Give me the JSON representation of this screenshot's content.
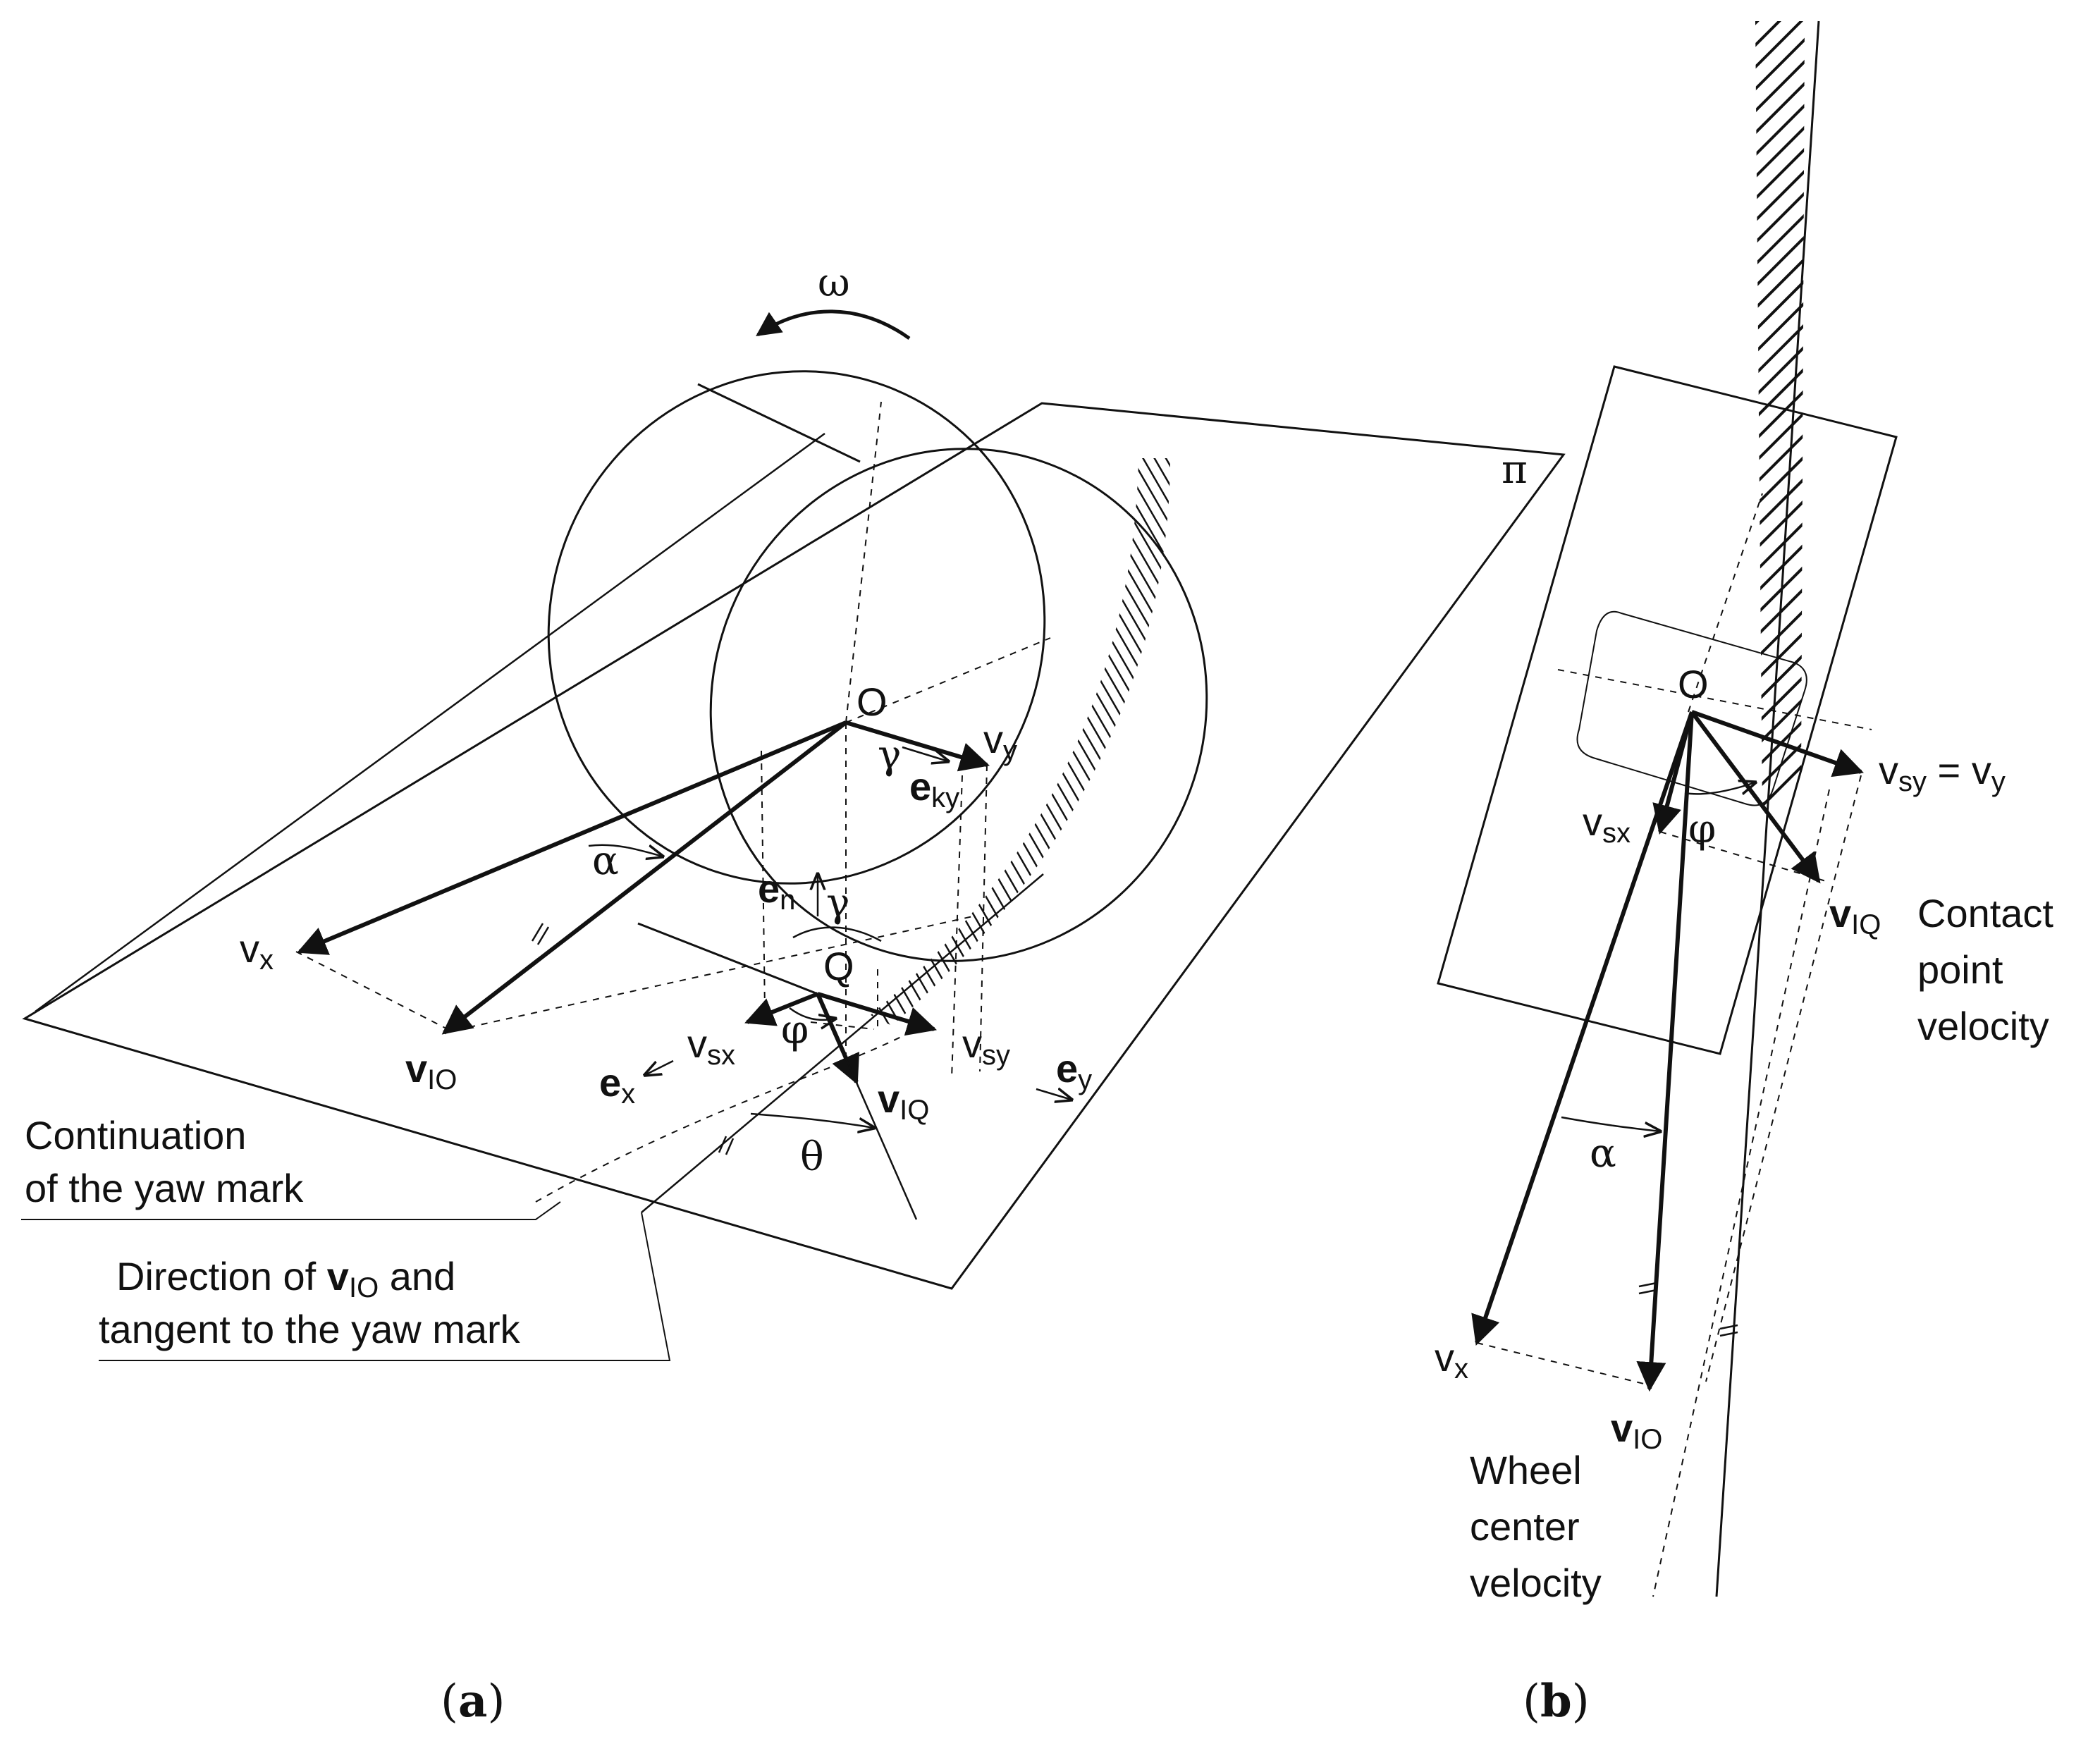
{
  "panel_a": {
    "caption_open": "(",
    "caption_letter": "a",
    "caption_close": ")",
    "plane_label": "π",
    "omega": "ω",
    "point_O": "O",
    "point_Q": "Q",
    "alpha": "α",
    "gamma": "γ",
    "gamma2": "γ",
    "phi": "φ",
    "theta": "θ",
    "vx": {
      "base": "v",
      "sub": "x"
    },
    "vy": {
      "base": "v",
      "sub": "y"
    },
    "vIO": {
      "base": "v",
      "sub": "IO"
    },
    "vIQ": {
      "base": "v",
      "sub": "IQ"
    },
    "vsx": {
      "base": "v",
      "sub": "sx"
    },
    "vsy": {
      "base": "v",
      "sub": "sy"
    },
    "eky": {
      "base": "e",
      "sub": "ky"
    },
    "en": {
      "base": "e",
      "sub": "n"
    },
    "ex": {
      "base": "e",
      "sub": "x"
    },
    "ey": {
      "base": "e",
      "sub": "y"
    },
    "continuation_line1": "Continuation",
    "continuation_line2": "of the yaw mark",
    "direction_line1_pre": "Direction of ",
    "direction_v": "v",
    "direction_sub": "IO",
    "direction_line1_post": " and",
    "direction_line2": "tangent to the yaw mark"
  },
  "panel_b": {
    "caption_open": "(",
    "caption_letter": "b",
    "caption_close": ")",
    "point_O": "O",
    "alpha": "α",
    "phi": "φ",
    "vsy_eq": {
      "base": "v",
      "sub": "sy",
      "eq": " = v",
      "sub2": "y"
    },
    "vsx": {
      "base": "v",
      "sub": "sx"
    },
    "vIQ": {
      "base": "v",
      "sub": "IQ"
    },
    "vx": {
      "base": "v",
      "sub": "x"
    },
    "vIO": {
      "base": "v",
      "sub": "IO"
    },
    "contact_line1": "Contact",
    "contact_line2": "point",
    "contact_line3": "velocity",
    "wheel_line1": "Wheel",
    "wheel_line2": "center",
    "wheel_line3": "velocity"
  }
}
